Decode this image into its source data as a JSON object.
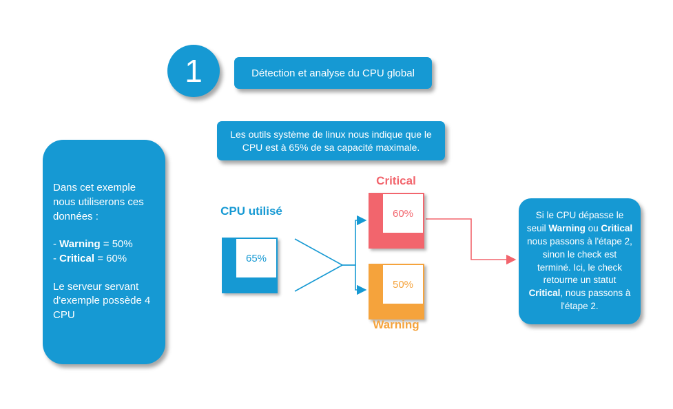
{
  "colors": {
    "primary_blue": "#1699d3",
    "critical_red": "#f2656d",
    "warning_orange": "#f5a33c",
    "background": "#ffffff"
  },
  "step": {
    "number": "1",
    "title": "Détection et analyse du CPU global"
  },
  "note": {
    "text": "Les outils système de linux nous indique que le CPU est à 65% de sa capacité maximale."
  },
  "left_panel": {
    "intro": "Dans cet exemple nous utiliserons ces données :",
    "warning_prefix": "- ",
    "warning_bold": "Warning",
    "warning_rest": " = 50%",
    "critical_prefix": "- ",
    "critical_bold": "Critical",
    "critical_rest": " = 60%",
    "outro": "Le serveur servant d'exemple possède 4 CPU"
  },
  "cpu": {
    "label": "CPU utilisé",
    "value": "65%"
  },
  "critical": {
    "label": "Critical",
    "value": "60%"
  },
  "warning": {
    "label": "Warning",
    "value": "50%"
  },
  "right_panel": {
    "segments": [
      {
        "text": "Si le CPU dépasse le seuil "
      },
      {
        "text": "Warning",
        "bold": true
      },
      {
        "text": " ou "
      },
      {
        "text": "Critical",
        "bold": true
      },
      {
        "text": " nous passons à l'étape 2, sinon le check est terminé. Ici, le check retourne un statut "
      },
      {
        "text": "Critical",
        "bold": true
      },
      {
        "text": ", nous passons à l'étape 2."
      }
    ]
  }
}
